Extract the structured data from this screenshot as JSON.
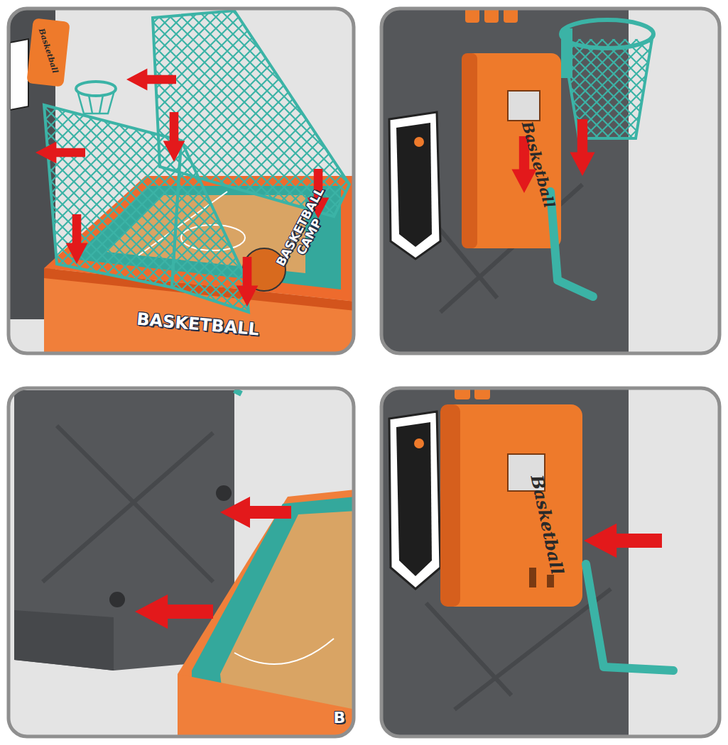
{
  "diagram": {
    "labels": [
      "Basketball",
      "BASKETBALL CAMP",
      "BASKETBALL",
      "Basketball",
      "B",
      "Basketball"
    ]
  }
}
